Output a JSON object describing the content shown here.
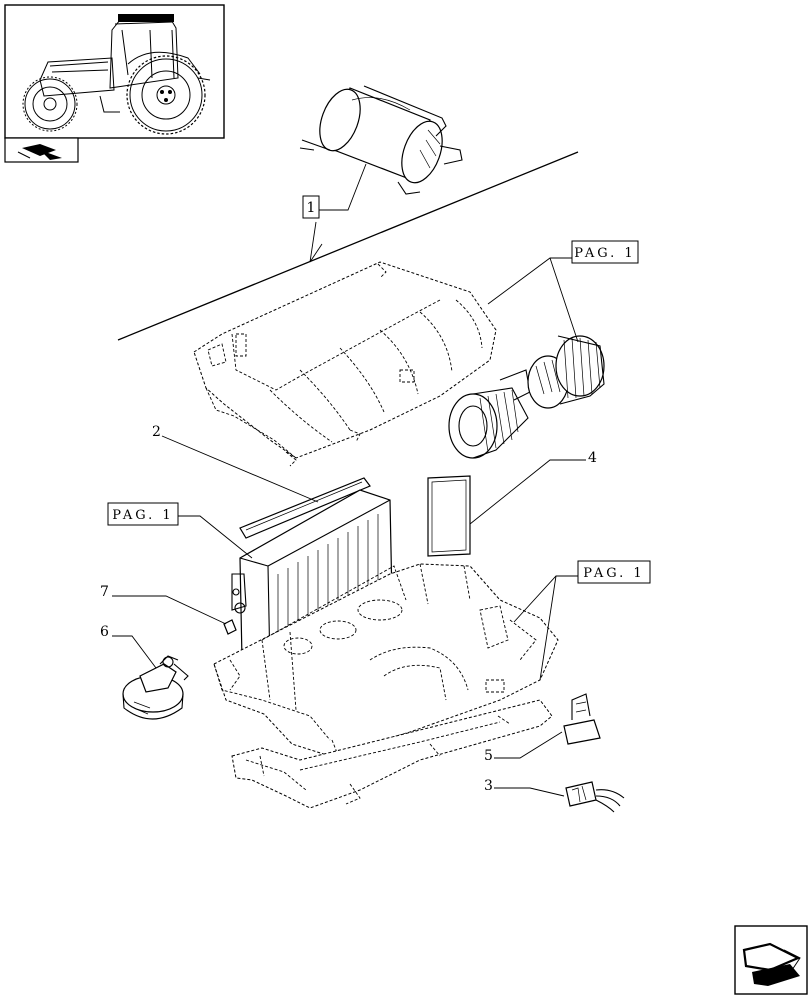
{
  "labels": {
    "ref_1": "1",
    "pag_top": "PAG. 1",
    "pag_left": "PAG. 1",
    "pag_right": "PAG. 1",
    "item_2": "2",
    "item_3": "3",
    "item_4": "4",
    "item_5": "5",
    "item_6": "6",
    "item_7": "7"
  },
  "icons": {
    "thumbnail": "tractor-thumbnail",
    "small_nav": "book-arrow-icon",
    "next_page": "next-page-arrow-icon"
  }
}
